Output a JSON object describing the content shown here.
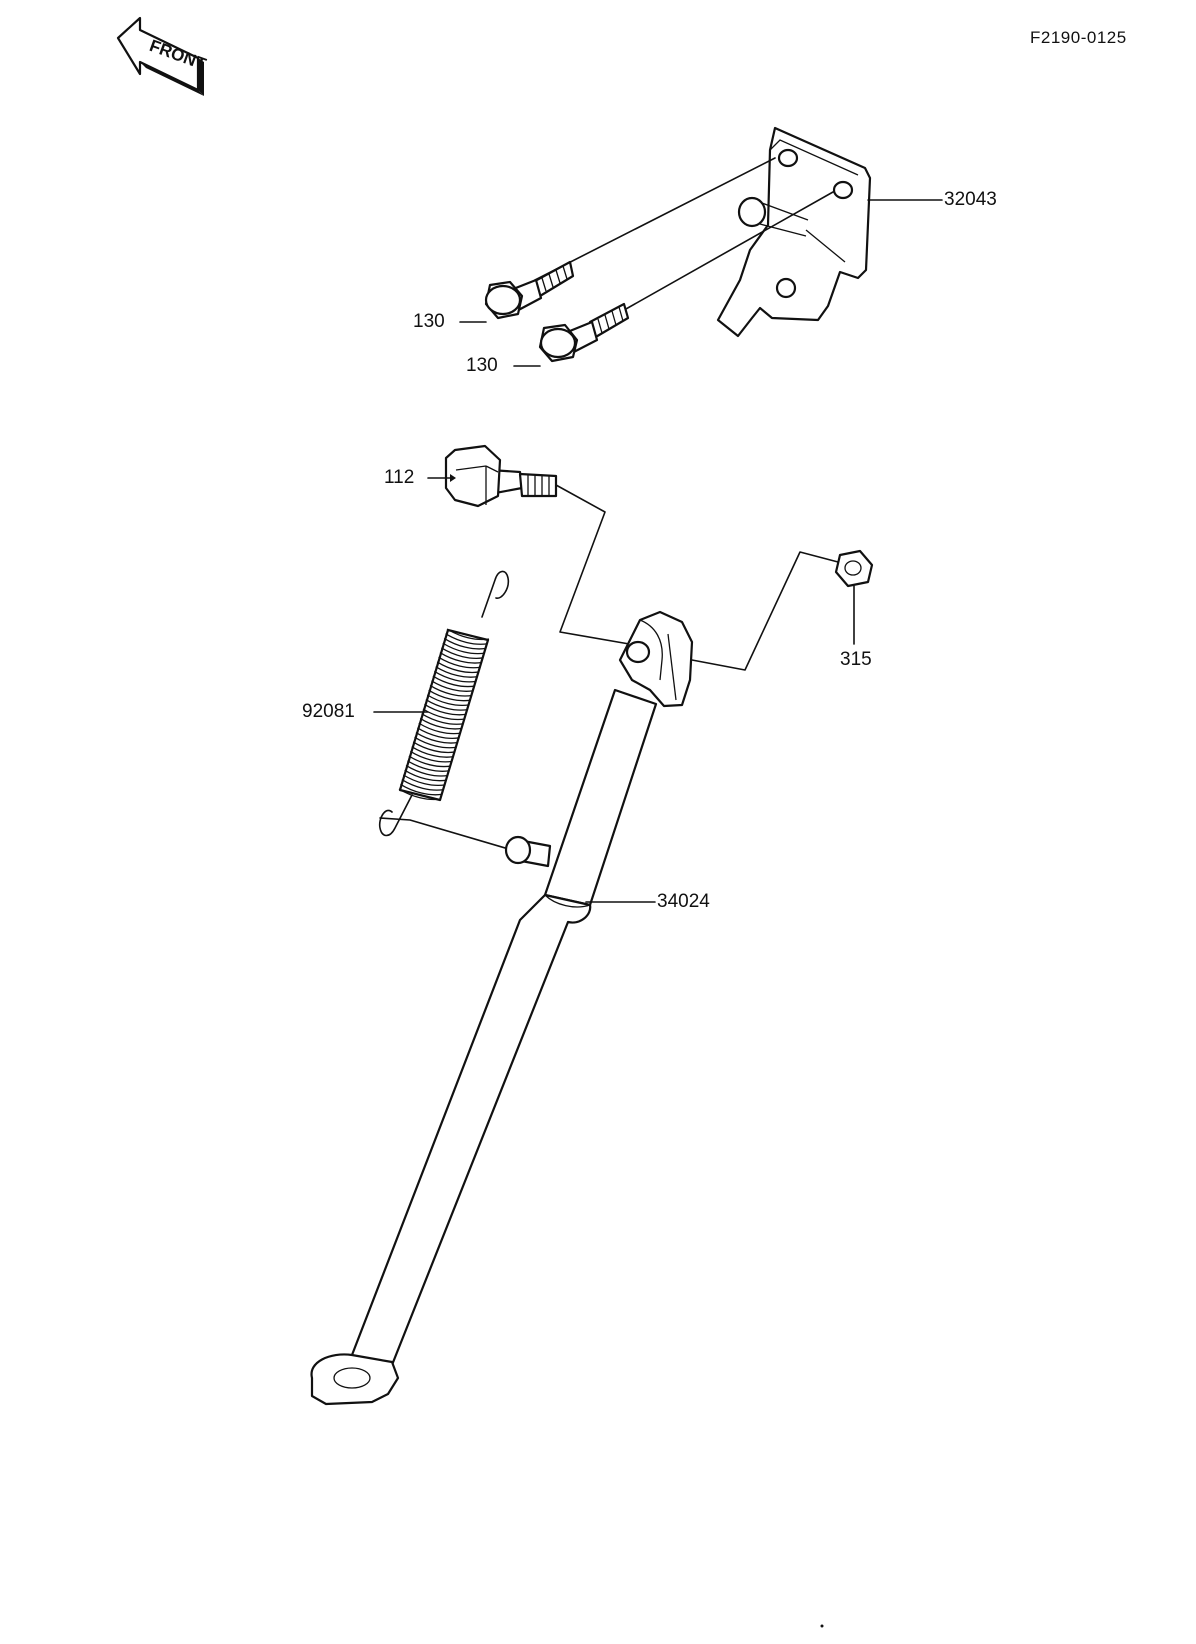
{
  "diagram_code": "F2190-0125",
  "front_indicator": {
    "text": "FRONT",
    "icon": "front-arrow-icon"
  },
  "callouts": [
    {
      "id": "bracket",
      "part_no": "32043"
    },
    {
      "id": "bolt-upper",
      "part_no": "130"
    },
    {
      "id": "bolt-lower",
      "part_no": "130"
    },
    {
      "id": "pivot-bolt",
      "part_no": "112"
    },
    {
      "id": "nut",
      "part_no": "315"
    },
    {
      "id": "spring",
      "part_no": "92081"
    },
    {
      "id": "side-stand",
      "part_no": "34024"
    }
  ]
}
